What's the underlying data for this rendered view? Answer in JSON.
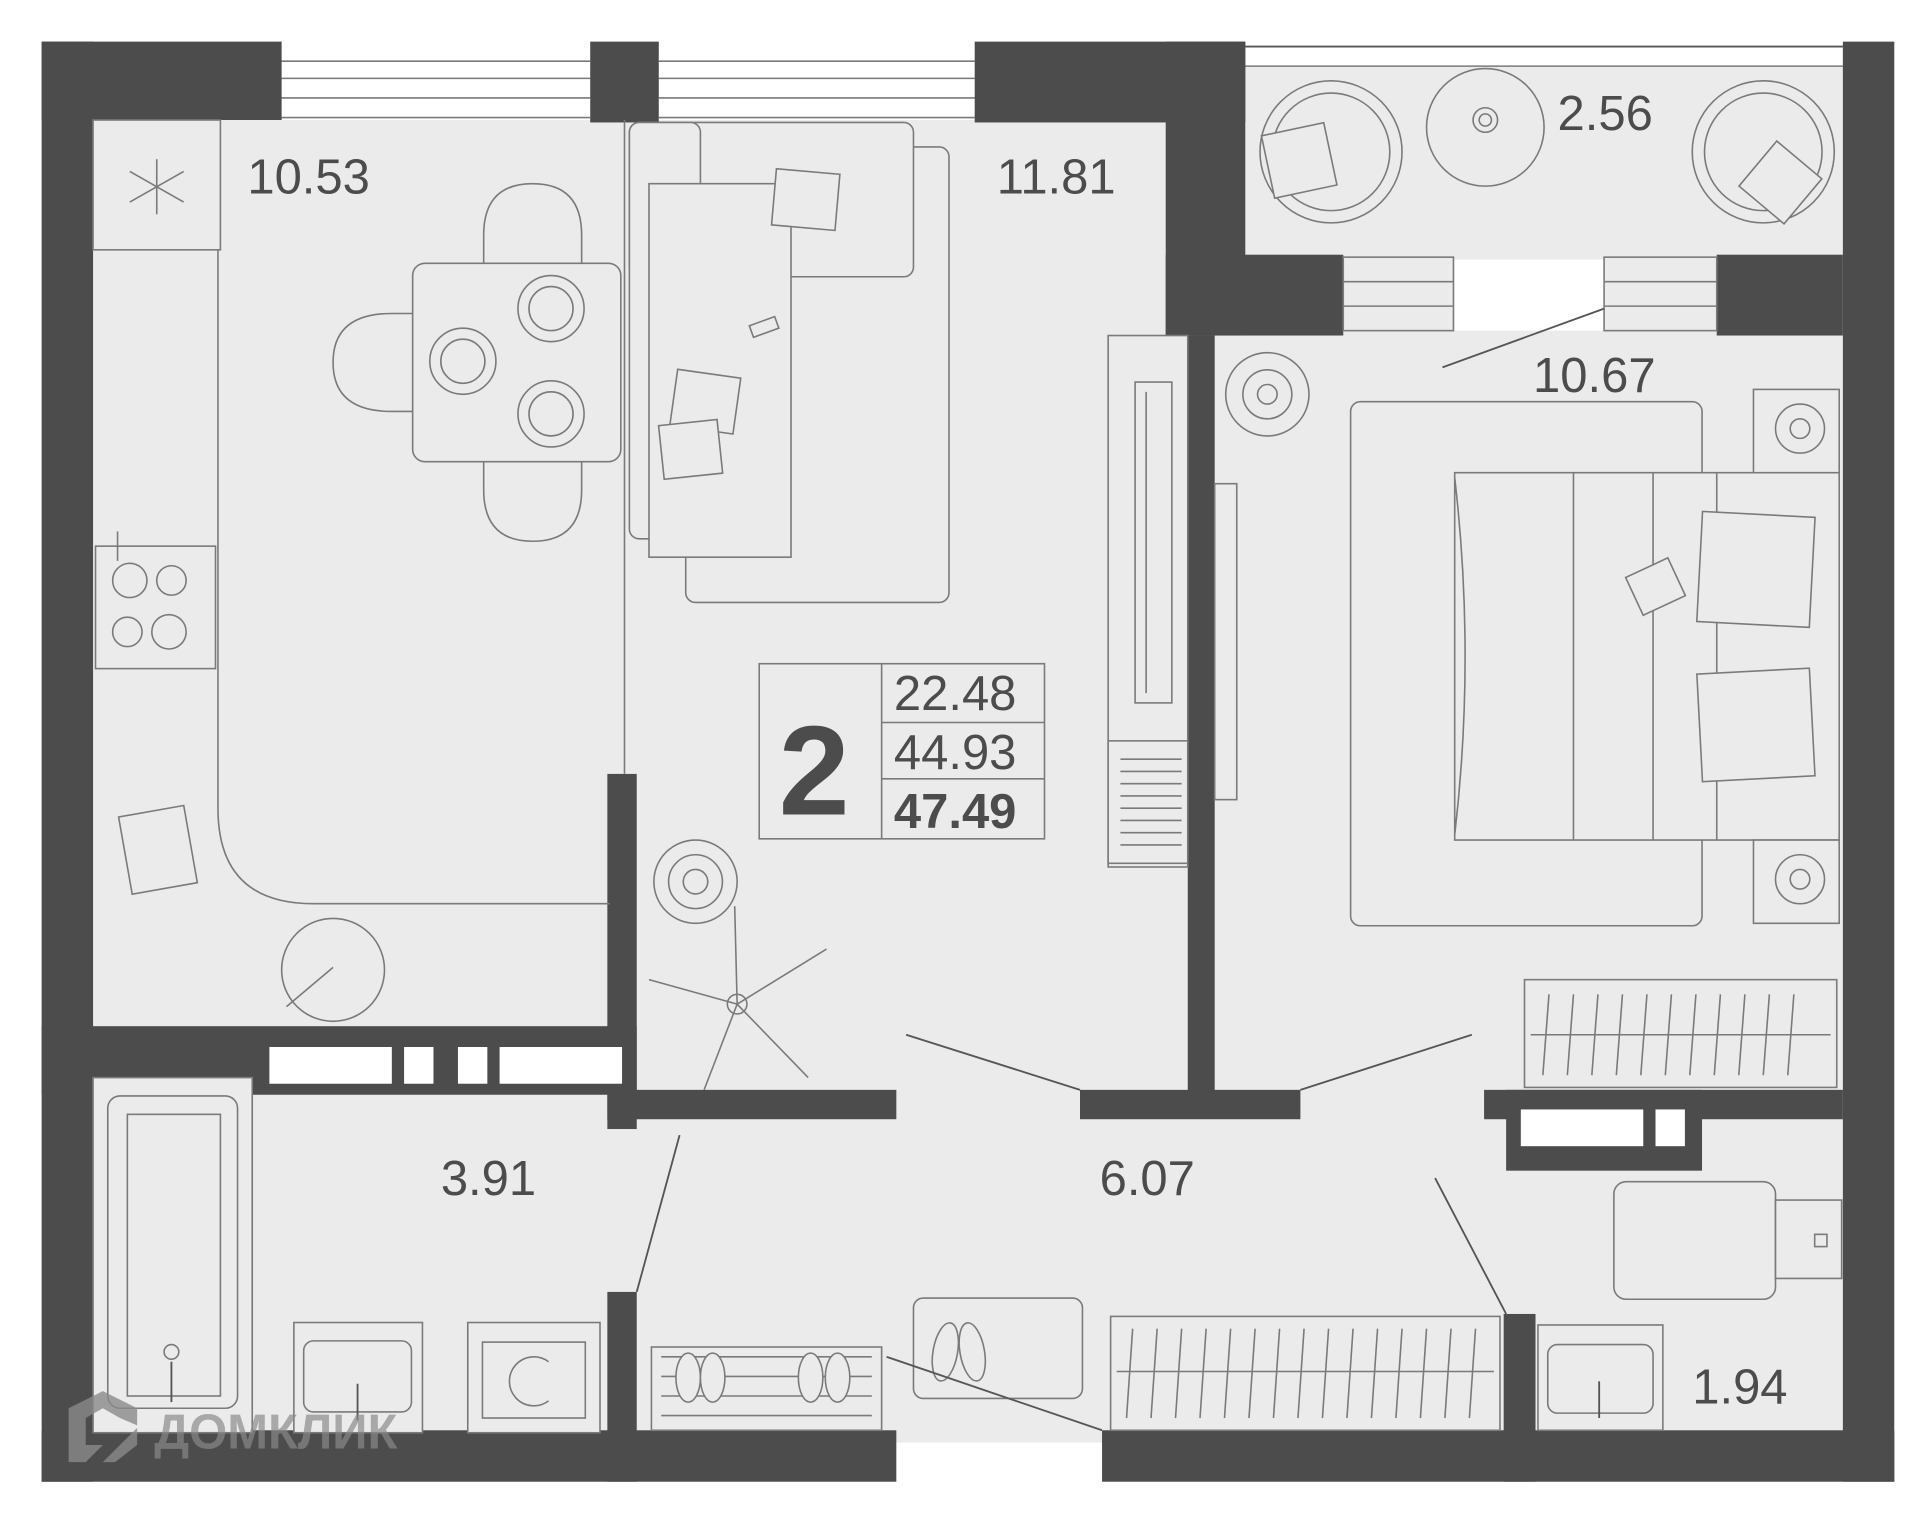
{
  "plan": {
    "rooms_count": "2",
    "areas": {
      "living": "22.48",
      "total_without_balcony": "44.93",
      "total": "47.49"
    },
    "rooms": [
      {
        "id": "kitchen",
        "area": "10.53"
      },
      {
        "id": "living-room",
        "area": "11.81"
      },
      {
        "id": "balcony",
        "area": "2.56"
      },
      {
        "id": "bedroom",
        "area": "10.67"
      },
      {
        "id": "bathroom",
        "area": "3.91"
      },
      {
        "id": "hallway",
        "area": "6.07"
      },
      {
        "id": "toilet",
        "area": "1.94"
      }
    ]
  },
  "watermark": {
    "text": "ДОМКЛИК",
    "icon": "domclick-logo-icon"
  },
  "colors": {
    "wall": "#4c4c4c",
    "floor": "#ebebeb",
    "line": "#7a7a7a"
  }
}
